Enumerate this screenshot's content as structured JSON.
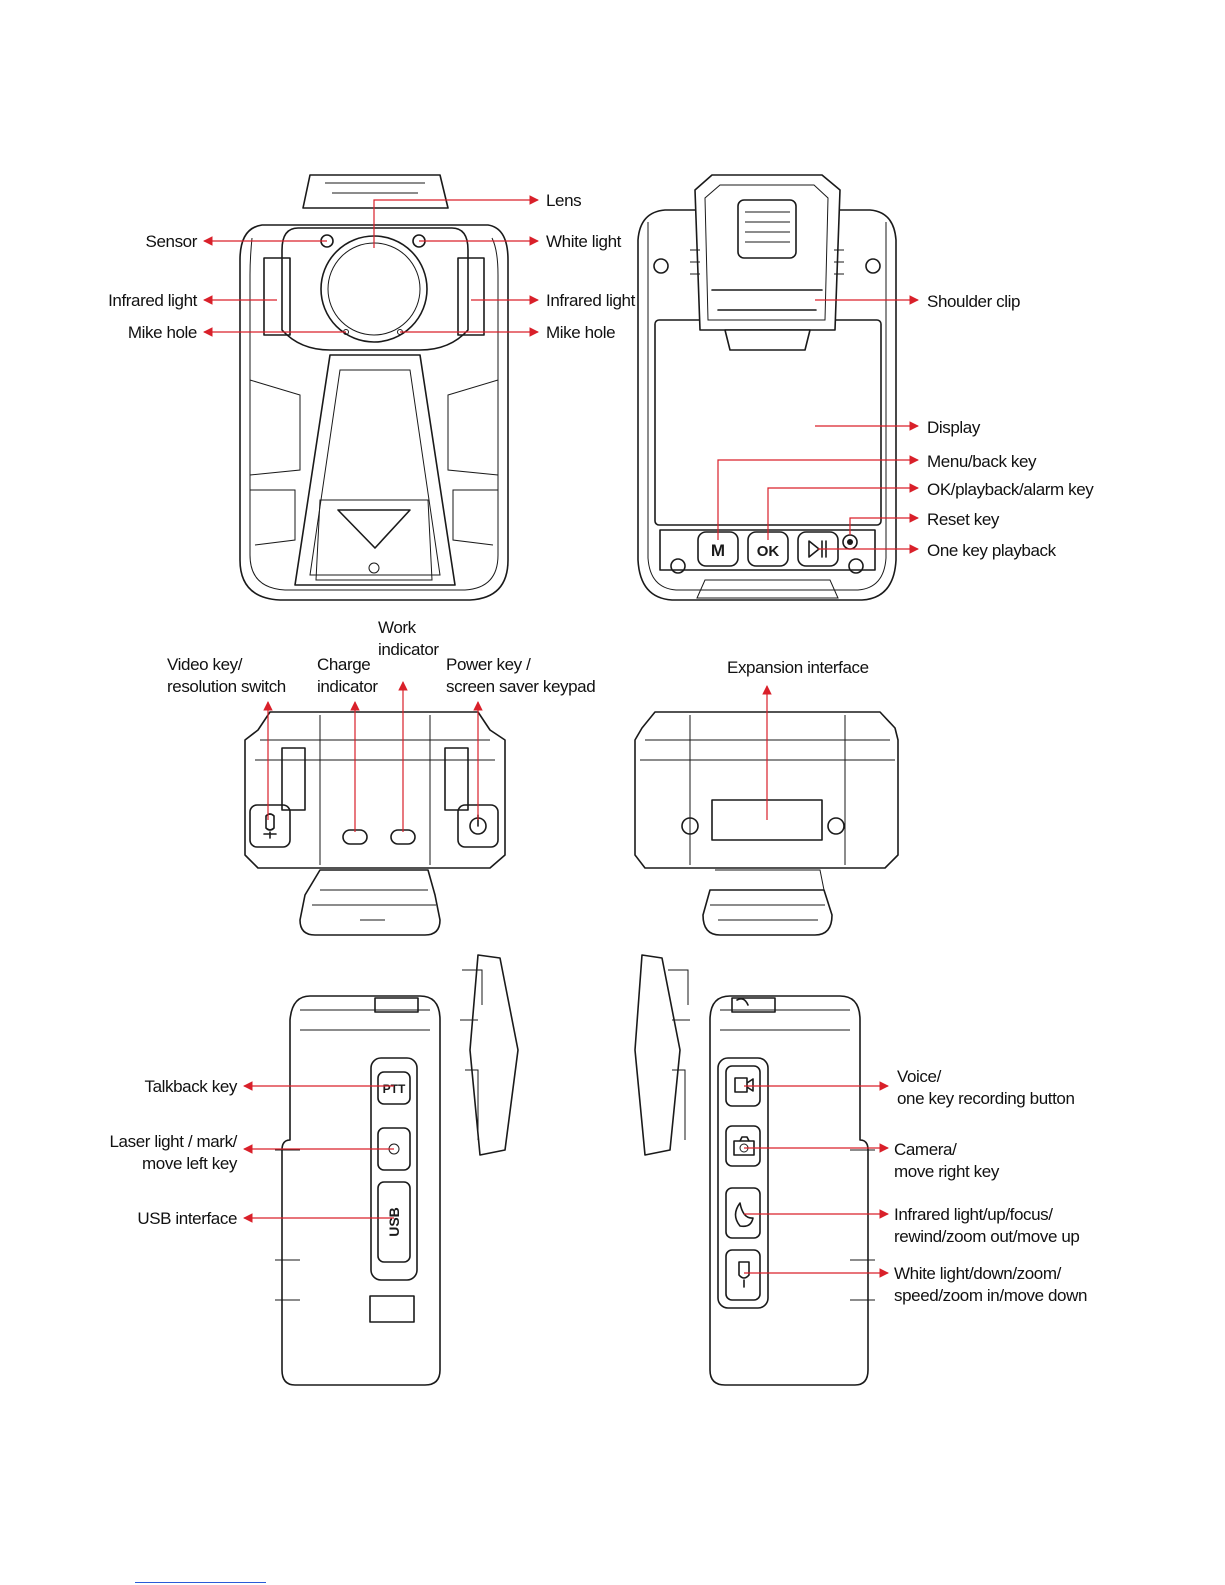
{
  "labels": {
    "lens": "Lens",
    "sensor": "Sensor",
    "white_light": "White light",
    "infrared_light_left": "Infrared light",
    "infrared_light_right": "Infrared light",
    "mike_hole_left": "Mike hole",
    "mike_hole_right": "Mike hole",
    "shoulder_clip": "Shoulder clip",
    "display": "Display",
    "menu_back_key": "Menu/back key",
    "ok_playback_alarm_key": "OK/playback/alarm key",
    "reset_key": "Reset key",
    "one_key_playback": "One key playback",
    "work_indicator": [
      "Work",
      "indicator"
    ],
    "video_key": [
      "Video key/",
      "resolution switch"
    ],
    "charge_indicator": [
      "Charge",
      "indicator"
    ],
    "power_key": [
      "Power key /",
      "screen saver keypad"
    ],
    "expansion_interface": "Expansion interface",
    "talkback_key": "Talkback key",
    "laser_light": [
      "Laser light / mark/",
      "move left key"
    ],
    "usb_interface": "USB interface",
    "voice_recording": [
      "Voice/",
      "one key recording button"
    ],
    "camera": [
      "Camera/",
      "move right key"
    ],
    "infrared_up": [
      "Infrared light/up/focus/",
      "rewind/zoom out/move up"
    ],
    "white_down": [
      "White light/down/zoom/",
      "speed/zoom in/move down"
    ]
  },
  "button_glyphs": {
    "menu": "M",
    "ok": "OK",
    "ptt": "PTT",
    "usb": "USB"
  },
  "colors": {
    "leader": "#d9202a",
    "outline": "#1a1a1a"
  }
}
